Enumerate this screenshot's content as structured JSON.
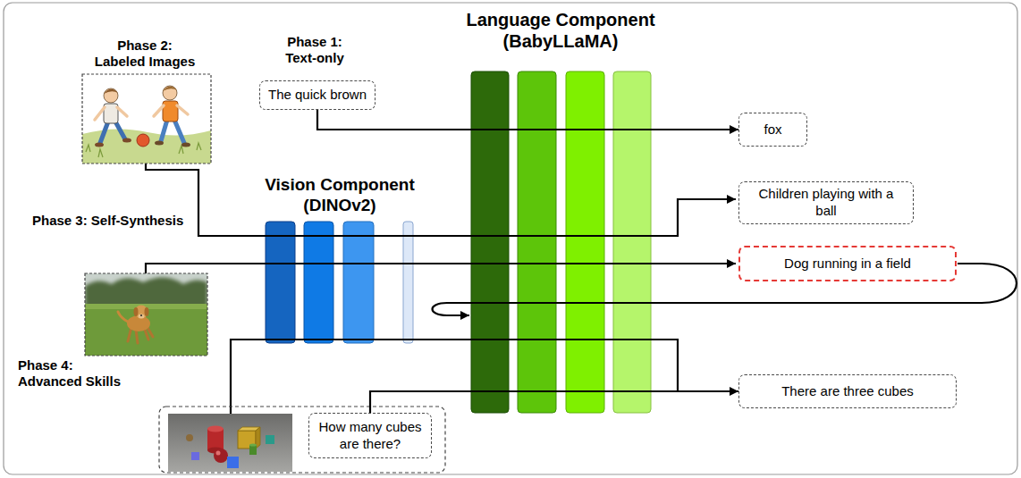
{
  "diagram": {
    "nodes": [
      {
        "text": [
          "The quick brown"
        ]
      },
      {
        "text": [
          "fox"
        ]
      },
      {
        "text": [
          "Children playing with a ball"
        ]
      },
      {
        "text": [
          "Dog running in a field"
        ]
      },
      {
        "text": [
          "There are three cubes"
        ]
      },
      {
        "text": [
          "How many cubes are there?"
        ]
      }
    ],
    "edges": [
      {
        "from": 0,
        "to": 1,
        "arrow": "to"
      },
      {
        "from": 5,
        "to": 4,
        "arrow": "to"
      }
    ],
    "labels": [
      "Phase 2: Labeled Images",
      "Phase 1: Text-only",
      "Language Component (BabyLLaMA)",
      "Vision Component (DINOv2)",
      "Phase 3: Self-Synthesis",
      "Phase 4: Advanced Skills"
    ]
  }
}
